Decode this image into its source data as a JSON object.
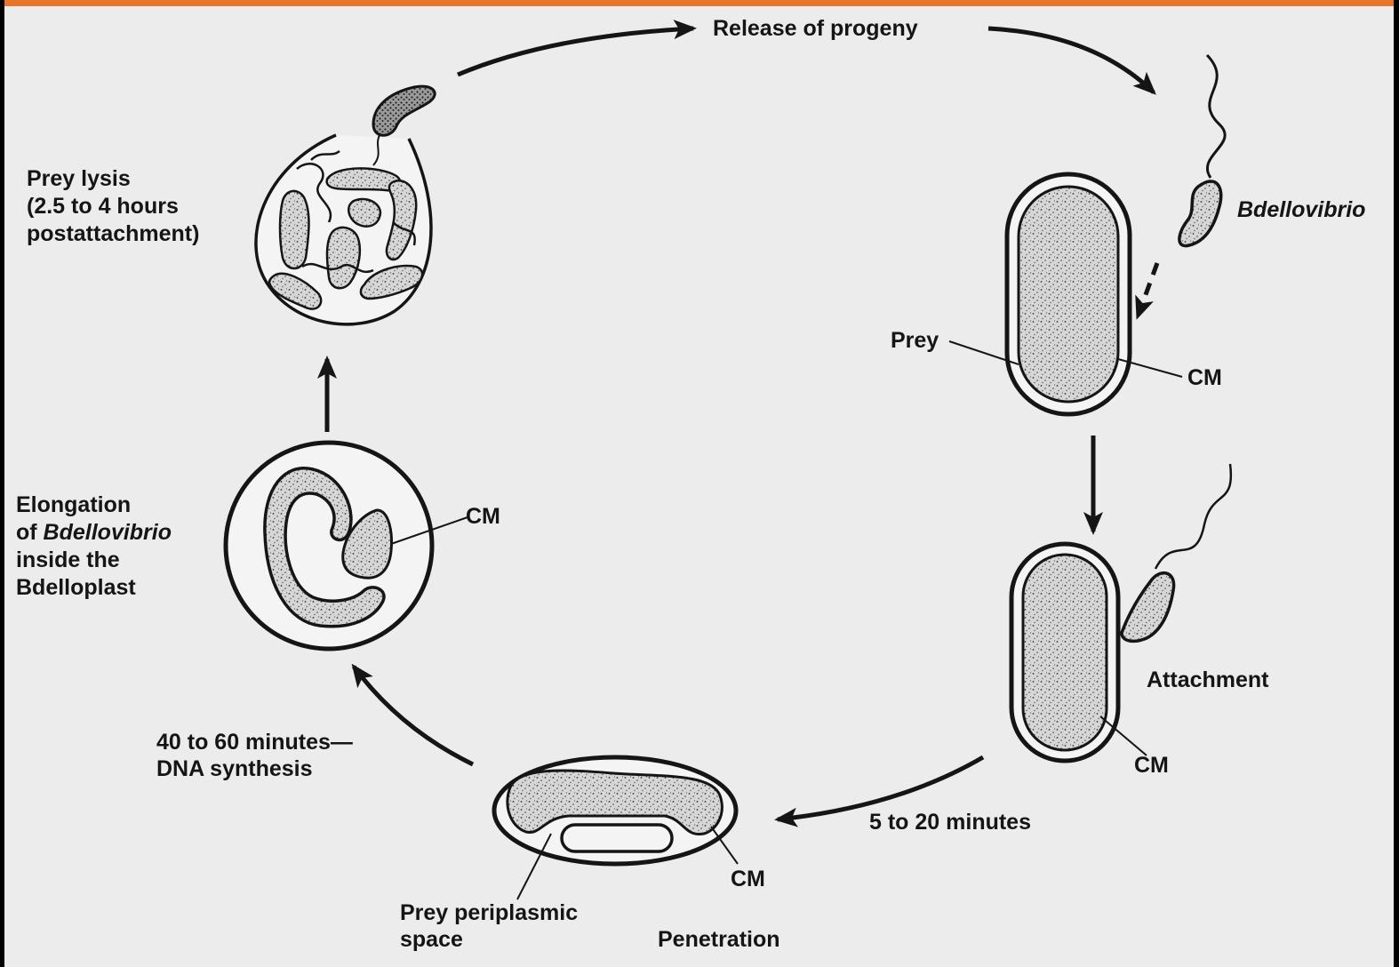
{
  "colors": {
    "background": "#ececec",
    "ink": "#151515",
    "top_accent": "#e8742a",
    "frame": "#000000"
  },
  "labels": {
    "release": "Release of progeny",
    "bdellovibrio": "Bdellovibrio",
    "prey": "Prey",
    "cm_prey": "CM",
    "attachment": "Attachment",
    "cm_attach": "CM",
    "time_attach": "5 to 20 minutes",
    "cm_pen": "CM",
    "periplasmic_1": "Prey periplasmic",
    "periplasmic_2": "space",
    "penetration": "Penetration",
    "dna_1": "40 to 60 minutes—",
    "dna_2": "DNA synthesis",
    "elong_1": "Elongation",
    "elong_2a": "of ",
    "elong_2b": "Bdellovibrio",
    "elong_3": "inside the",
    "elong_4": "Bdelloplast",
    "cm_elong": "CM",
    "lysis_1": "Prey lysis",
    "lysis_2": "(2.5 to 4 hours",
    "lysis_3": "postattachment)"
  }
}
